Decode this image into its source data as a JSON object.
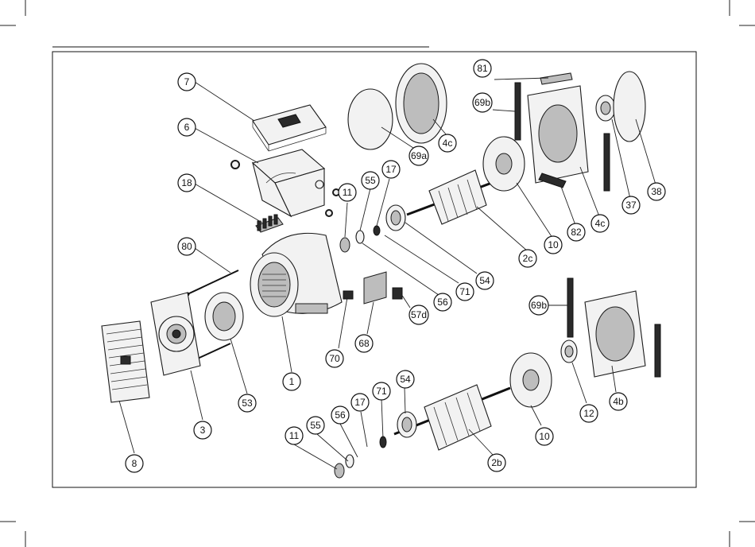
{
  "callouts": [
    {
      "id": "c7",
      "label": "7"
    },
    {
      "id": "c6",
      "label": "6"
    },
    {
      "id": "c18",
      "label": "18"
    },
    {
      "id": "c80",
      "label": "80"
    },
    {
      "id": "c11a",
      "label": "11"
    },
    {
      "id": "c55a",
      "label": "55"
    },
    {
      "id": "c17a",
      "label": "17"
    },
    {
      "id": "c69a",
      "label": "69a"
    },
    {
      "id": "c4ca",
      "label": "4c"
    },
    {
      "id": "c81",
      "label": "81"
    },
    {
      "id": "c69ba",
      "label": "69b"
    },
    {
      "id": "c37",
      "label": "37"
    },
    {
      "id": "c38",
      "label": "38"
    },
    {
      "id": "c4cb",
      "label": "4c"
    },
    {
      "id": "c82",
      "label": "82"
    },
    {
      "id": "c10a",
      "label": "10"
    },
    {
      "id": "c2c",
      "label": "2c"
    },
    {
      "id": "c54a",
      "label": "54"
    },
    {
      "id": "c71a",
      "label": "71"
    },
    {
      "id": "c56a",
      "label": "56"
    },
    {
      "id": "c57d",
      "label": "57d"
    },
    {
      "id": "c68",
      "label": "68"
    },
    {
      "id": "c70",
      "label": "70"
    },
    {
      "id": "c1",
      "label": "1"
    },
    {
      "id": "c53",
      "label": "53"
    },
    {
      "id": "c3",
      "label": "3"
    },
    {
      "id": "c8",
      "label": "8"
    },
    {
      "id": "c11b",
      "label": "11"
    },
    {
      "id": "c55b",
      "label": "55"
    },
    {
      "id": "c56b",
      "label": "56"
    },
    {
      "id": "c17b",
      "label": "17"
    },
    {
      "id": "c71b",
      "label": "71"
    },
    {
      "id": "c54b",
      "label": "54"
    },
    {
      "id": "c2b",
      "label": "2b"
    },
    {
      "id": "c10b",
      "label": "10"
    },
    {
      "id": "c12",
      "label": "12"
    },
    {
      "id": "c69bb",
      "label": "69b"
    },
    {
      "id": "c4b",
      "label": "4b"
    }
  ]
}
